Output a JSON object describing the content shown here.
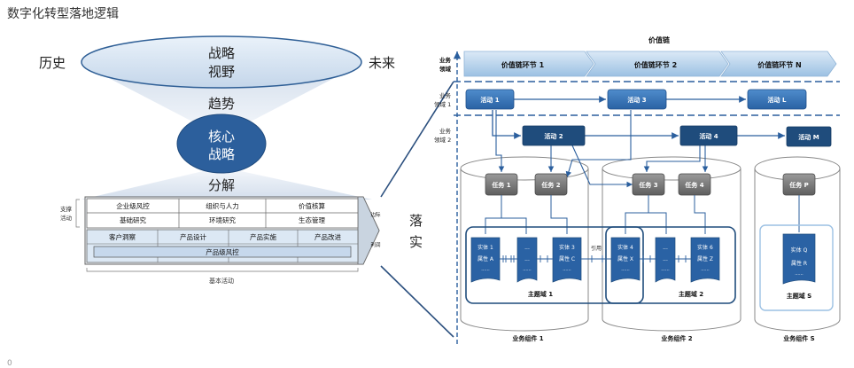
{
  "title": "数字化转型落地逻辑",
  "left": {
    "history": "历史",
    "future": "未来",
    "vision_line1": "战略",
    "vision_line2": "视野",
    "trend": "趋势",
    "core_line1": "核心",
    "core_line2": "战略",
    "decompose": "分解",
    "support_label_line1": "支撑",
    "support_label_line2": "活动",
    "support_rows": [
      [
        "企业级风控",
        "组织与人力",
        "价值核算"
      ],
      [
        "基础研究",
        "环境研究",
        "生态管理"
      ]
    ],
    "basic_row": [
      "客户洞察",
      "产品设计",
      "产品实施",
      "产品改进"
    ],
    "product_risk": "产品级风控",
    "profit_top": "边际",
    "profit_bottom": "利润",
    "basic_activity": "基本活动",
    "landing_line1": "落",
    "landing_line2": "实"
  },
  "right": {
    "value_chain": "价值链",
    "domain_business_line1": "业务",
    "domain_business_line2": "领域",
    "domain1_line1": "业务",
    "domain1_line2": "领域 1",
    "domain2_line1": "业务",
    "domain2_line2": "领域 2",
    "value_steps": [
      "价值链环节 1",
      "价值链环节 2",
      "价值链环节 N"
    ],
    "activities_row1": [
      "活动 1",
      "活动 3",
      "活动 L"
    ],
    "activities_row2": [
      "活动 2",
      "活动 4",
      "活动 M"
    ],
    "tasks": [
      "任务 1",
      "任务 2",
      "任务 3",
      "任务 4",
      "任务 P"
    ],
    "entities": {
      "e1": [
        "实体 1",
        "属性 A",
        "......"
      ],
      "e2": [
        "...",
        "...",
        "......"
      ],
      "e3": [
        "实体 3",
        "属性 C",
        "......"
      ],
      "e4": [
        "实体 4",
        "属性 X",
        "......"
      ],
      "e5": [
        "...",
        "...",
        "......"
      ],
      "e6": [
        "实体 6",
        "属性 Z",
        "......"
      ],
      "eq": [
        "实体 Q",
        "属性 R",
        "......"
      ]
    },
    "reference": "引用",
    "theme1": "主题域 1",
    "theme2": "主题域 2",
    "themeS": "主题域 S",
    "component1": "业务组件 1",
    "component2": "业务组件 2",
    "componentS": "业务组件 S"
  },
  "footer_mark": "0"
}
